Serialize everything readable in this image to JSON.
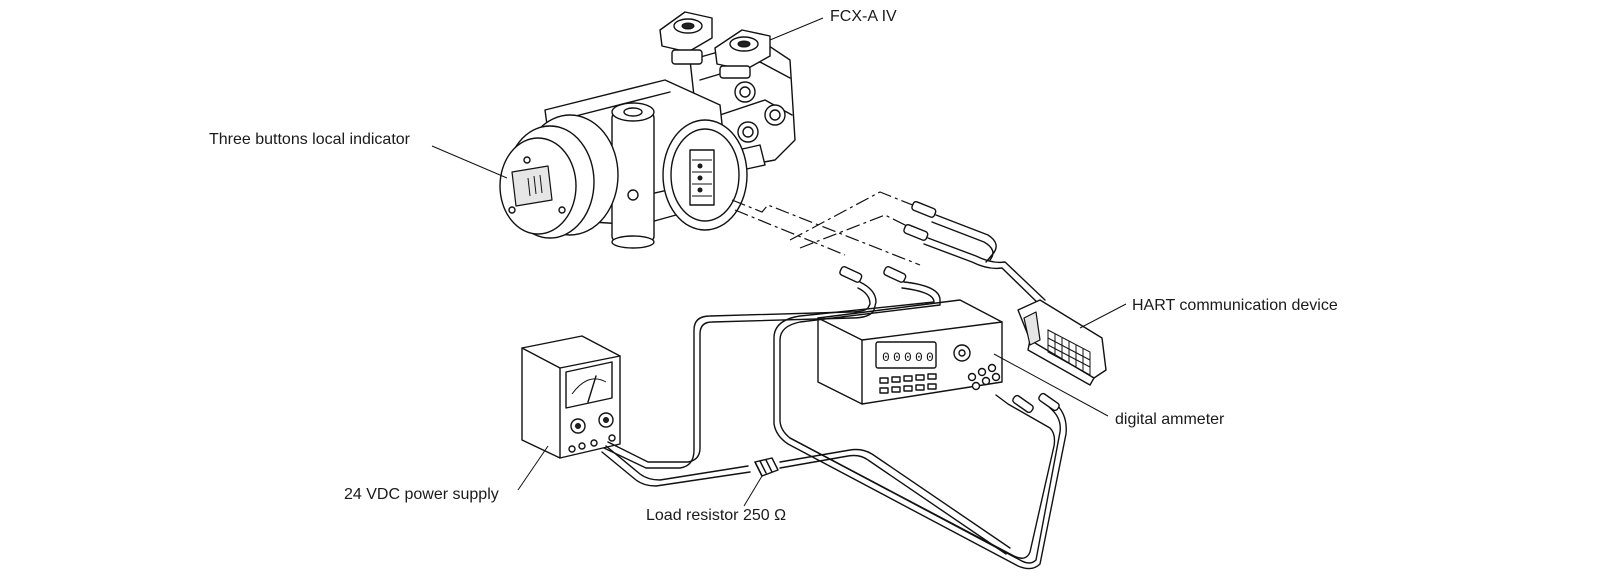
{
  "labels": {
    "transmitter": "FCX-A IV",
    "indicator": "Three buttons local indicator",
    "hart": "HART communication device",
    "ammeter": "digital ammeter",
    "power": "24 VDC power supply",
    "resistor": "Load resistor 250 Ω"
  },
  "colors": {
    "ink": "#111111",
    "background": "#ffffff",
    "shade": "#e6e6e6"
  }
}
